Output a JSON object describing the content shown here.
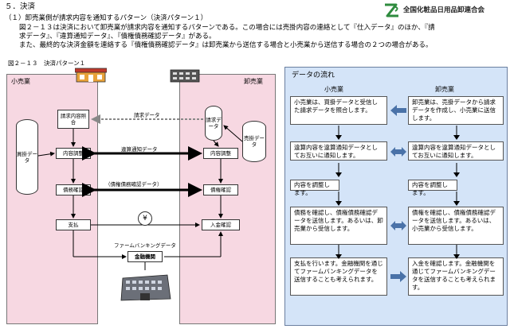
{
  "header": {
    "section_title": "５．決済",
    "org_name": "全国化粧品日用品卸連合会",
    "logo_letters": "ZP",
    "lines": [
      "（１）卸売業側が請求内容を通知するパターン（決済パターン１）",
      "図２－１３は決済において卸売業が請求内容を通知するパターンである。この場合には売掛内容の連絡として『仕入データ』のほか、『請",
      "求データ』、『違算通知データ』、『債権債務確認データ』がある。",
      "また、最終的な決済金額を連絡する『債権債務確認データ』は卸売業から送信する場合と小売業から送信する場合の２つの場合がある。"
    ]
  },
  "diagram": {
    "figure_caption": "図２－１３　決済パターン１",
    "retailer_label": "小売業",
    "wholesaler_label": "卸売業",
    "boxes": {
      "invoice_check": "請求内容照合",
      "invoice_issue": "請求データ",
      "content_adjust_left": "内容調整",
      "content_adjust_right": "内容調整",
      "claim_confirm_left": "債務確認",
      "claim_confirm_right": "債権確認",
      "payment": "支払",
      "receipt_confirm": "入金確認",
      "purchase_data": "買掛データ",
      "receivable_data": "売掛データ",
      "bank": "金融機関"
    },
    "flows": {
      "invoice_data": "請求データ",
      "discrepancy_data": "違算通知データ",
      "balance_data": "（債権債務確認データ）",
      "firm_banking": "ファームバンキングデータ",
      "yen": "¥"
    }
  },
  "flow_panel": {
    "title": "データの流れ",
    "col_left": "小売業",
    "col_right": "卸売業",
    "rows": [
      {
        "left": "小売業は、買掛データと受信した請求データを照合します。",
        "right": "卸売業は、売掛データから請求データを作成し、小売業に送信します。"
      },
      {
        "left": "違算内容を違算通知データとしてお互いに通知します。",
        "right": "違算内容を違算通知データとしてお互いに通知します。"
      },
      {
        "left": "内容を調整します。",
        "right": "内容を調整します。"
      },
      {
        "left": "債務を確認し、債権債務確認データを送信します。あるいは、卸売業から受信します。",
        "right": "債権を確認し、債権債務確認データを送信します。あるいは、小売業から受信します。"
      },
      {
        "left": "支払を行います。金融機関を通じてファームバンキングデータを送信することも考えられます。",
        "right": "入金を確認します。金融機関を通じてファームバンキングデータを送信することも考えられます。"
      }
    ]
  },
  "colors": {
    "pink_region": "#f7d8e2",
    "panel_bg": "#d4e4f8",
    "arrow_blue": "#4a72a8",
    "logo_green": "#2e8b3e"
  }
}
